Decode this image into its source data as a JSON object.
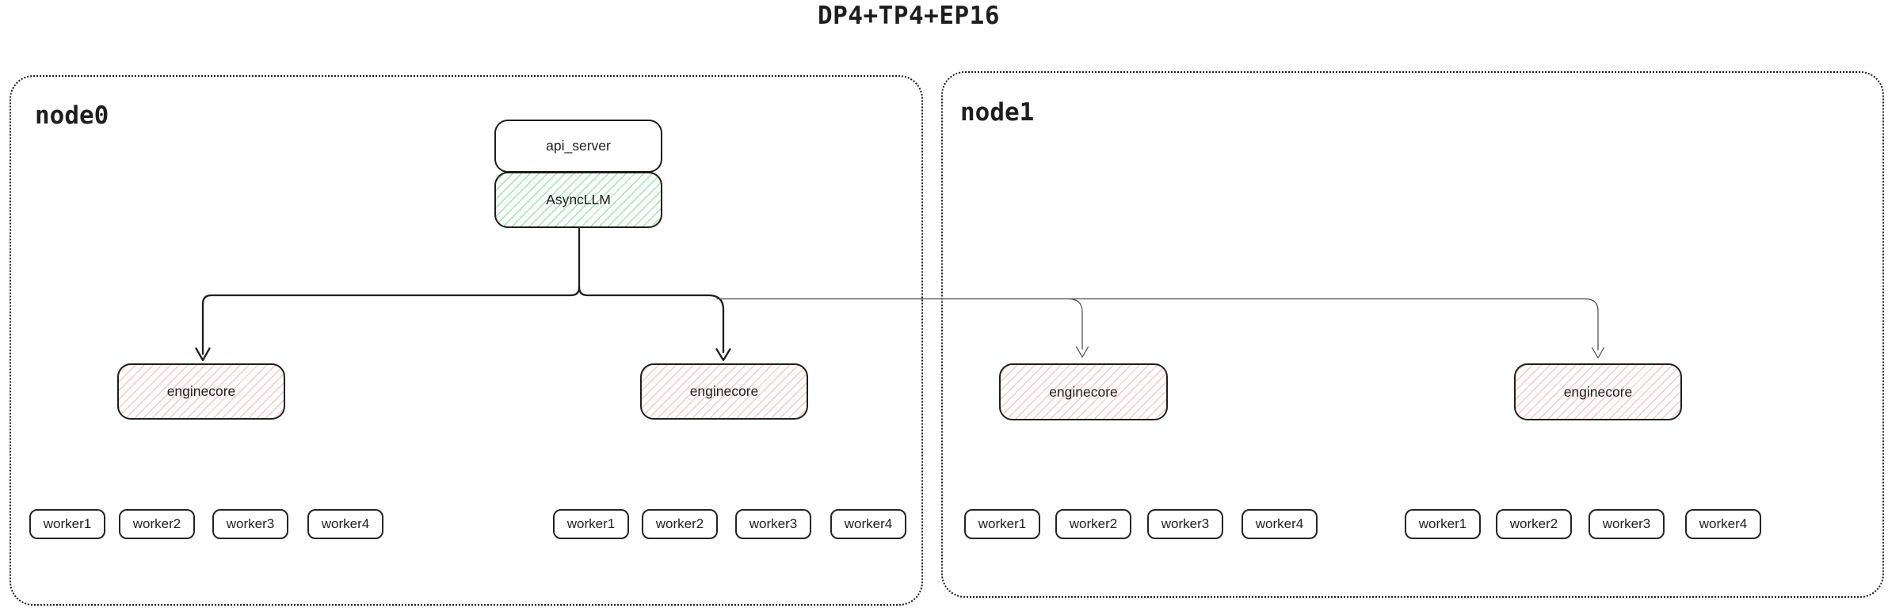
{
  "title": "DP4+TP4+EP16",
  "colors": {
    "stroke": "#1e1e1e",
    "green_hatch": "#9fe4ac",
    "red_hatch": "#f6c8c5",
    "background": "#ffffff"
  },
  "nodes": [
    {
      "label": "node0",
      "api_server_label": "api_server",
      "async_llm_label": "AsyncLLM",
      "engines": [
        {
          "label": "enginecore",
          "workers": [
            "worker1",
            "worker2",
            "worker3",
            "worker4"
          ]
        },
        {
          "label": "enginecore",
          "workers": [
            "worker1",
            "worker2",
            "worker3",
            "worker4"
          ]
        }
      ]
    },
    {
      "label": "node1",
      "engines": [
        {
          "label": "enginecore",
          "workers": [
            "worker1",
            "worker2",
            "worker3",
            "worker4"
          ]
        },
        {
          "label": "enginecore",
          "workers": [
            "worker1",
            "worker2",
            "worker3",
            "worker4"
          ]
        }
      ]
    }
  ]
}
